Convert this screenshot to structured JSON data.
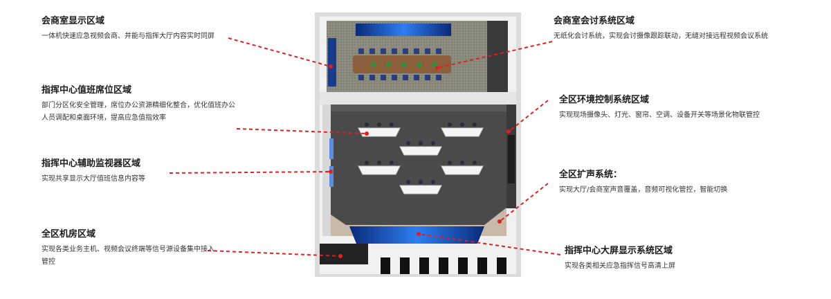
{
  "areas": [
    {
      "title": "会商室显示区域",
      "desc": "一体机快速应急视频会商、并能与指挥大厅内容实时同屏"
    },
    {
      "title": "指挥中心值班席位区域",
      "desc": "部门分区化安全管理，席位办公资源精细化整合，优化值班办公人员调配和桌面环境，提高应急值指效率"
    },
    {
      "title": "指挥中心辅助监视器区域",
      "desc": "实现共享显示大厅值班信息内容等"
    },
    {
      "title": "全区机房区域",
      "desc": "实现各类业务主机、视频会议终端等信号源设备集中接入管控"
    },
    {
      "title": "会商室会讨系统区域",
      "desc": "无纸化会讨系统，实现会讨摄像跟踪联动，无缝对接远程视频会议系统"
    },
    {
      "title": "全区环境控制系统区域",
      "desc": "实现现场摄像头、灯光、窗帘、空调、设备开关等场景化物联管控"
    },
    {
      "title": "全区扩声系统：",
      "desc": "实现大厅/会商室声音覆盖，音频可视化管控，智能切换"
    },
    {
      "title": "指挥中心大屏显示系统区域",
      "desc": "实现各类相关应急指挥信号高清上屏"
    }
  ],
  "colors": {
    "leader": "#e02020",
    "floor": "#4a4a4a",
    "screen": "#1f5fd6",
    "carpet": "#8a8a7a",
    "table": "#8b5e3c"
  }
}
